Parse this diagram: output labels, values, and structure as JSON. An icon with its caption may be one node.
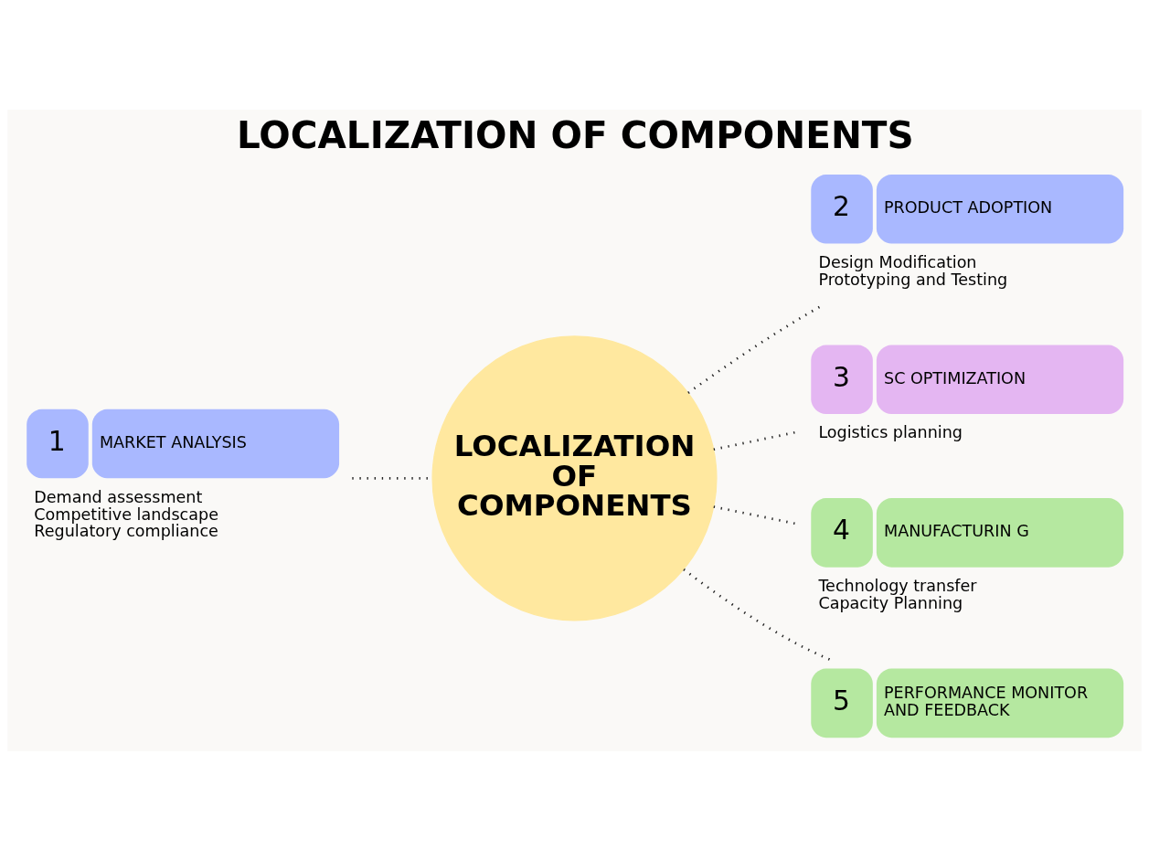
{
  "diagram": {
    "title": "LOCALIZATION OF COMPONENTS",
    "nodes": [
      {
        "text": [
          "LOCALIZATION OF COMPONENTS"
        ]
      },
      {
        "text": [
          "1",
          "MARKET ANALYSIS"
        ],
        "beside": [
          "Demand assessment",
          "Competitive landscape",
          "Regulatory compliance"
        ]
      },
      {
        "text": [
          "2",
          "PRODUCT ADOPTION"
        ],
        "beside": [
          "Design Modification",
          "Prototyping and Testing"
        ]
      },
      {
        "text": [
          "3",
          "SC OPTIMIZATION"
        ],
        "beside": [
          "Logistics planning"
        ]
      },
      {
        "text": [
          "4",
          "MANUFACTURIN G"
        ],
        "beside": [
          "Technology transfer",
          "Capacity Planning"
        ]
      },
      {
        "text": [
          "5",
          "PERFORMANCE MONITOR AND FEEDBACK"
        ]
      }
    ],
    "edges": [
      {
        "from": 1,
        "to": 0,
        "arrow": "none",
        "style": "dashed"
      },
      {
        "from": 0,
        "to": 2,
        "arrow": "none",
        "style": "dashed"
      },
      {
        "from": 0,
        "to": 3,
        "arrow": "none",
        "style": "dashed"
      },
      {
        "from": 0,
        "to": 4,
        "arrow": "none",
        "style": "dashed"
      },
      {
        "from": 0,
        "to": 5,
        "arrow": "none",
        "style": "dashed"
      }
    ]
  }
}
